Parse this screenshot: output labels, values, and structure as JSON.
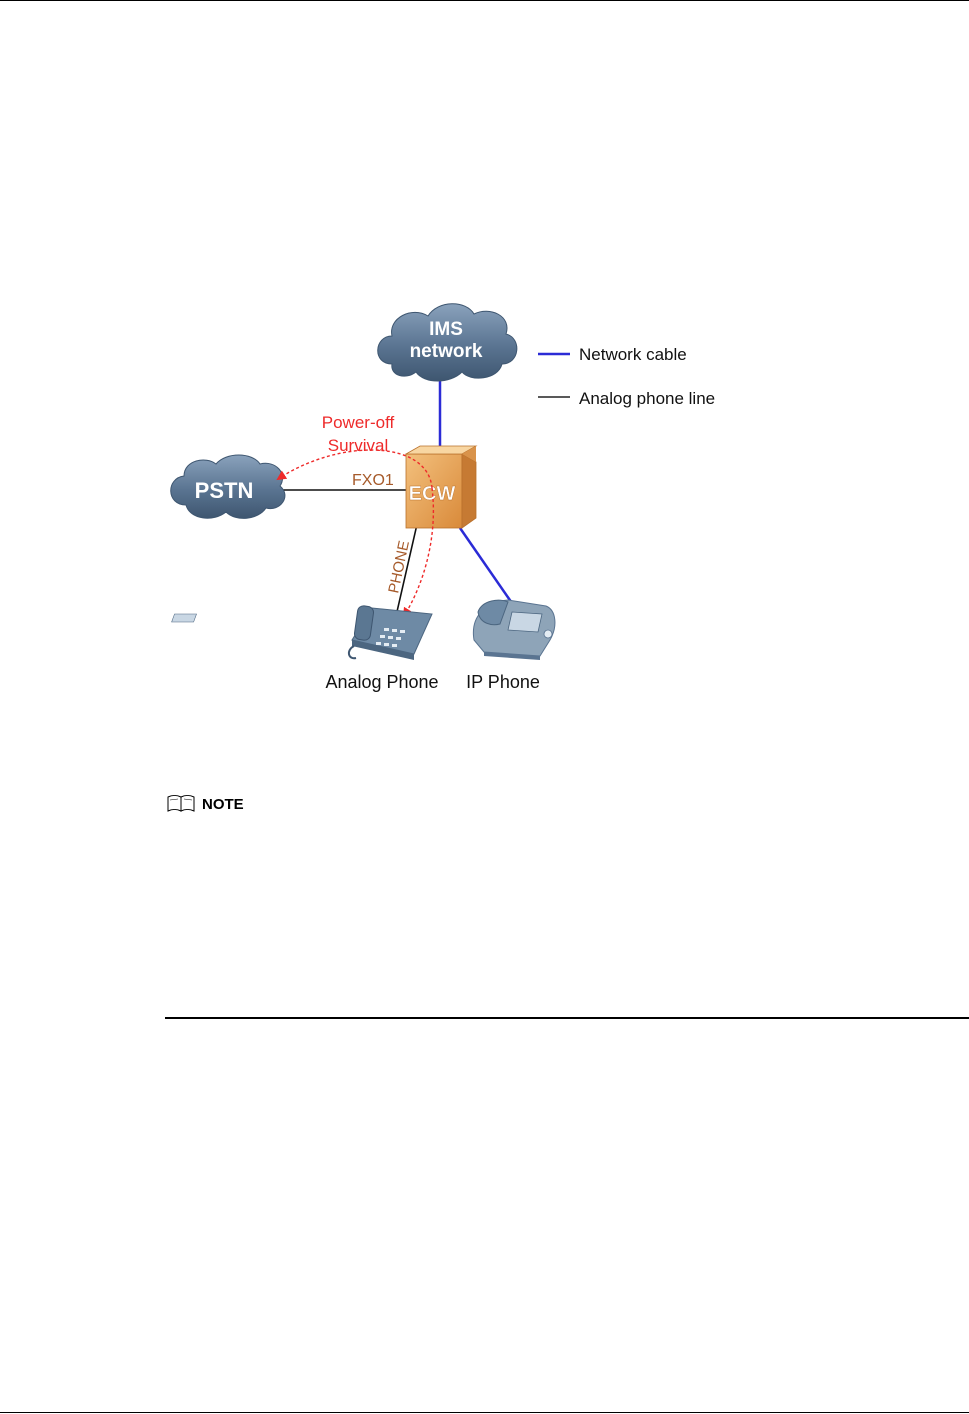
{
  "diagram": {
    "clouds": {
      "ims_line1": "IMS",
      "ims_line2": "network",
      "pstn": "PSTN"
    },
    "device": "ECW",
    "ports": {
      "fxo": "FXO1",
      "phone": "PHONE"
    },
    "survival_line1": "Power-off",
    "survival_line2": "Survival",
    "phones": {
      "analog": "Analog Phone",
      "ip": "IP Phone"
    },
    "legend": [
      {
        "label": "Network cable",
        "color": "#2b2bd6"
      },
      {
        "label": "Analog phone line",
        "color": "#222222"
      }
    ],
    "colors": {
      "cloud": "#5a7491",
      "device": "#e09a4c",
      "port_label": "#a65a2a",
      "survival": "#ee2a2a"
    }
  },
  "note": {
    "label": "NOTE",
    "icon": "book-icon"
  }
}
